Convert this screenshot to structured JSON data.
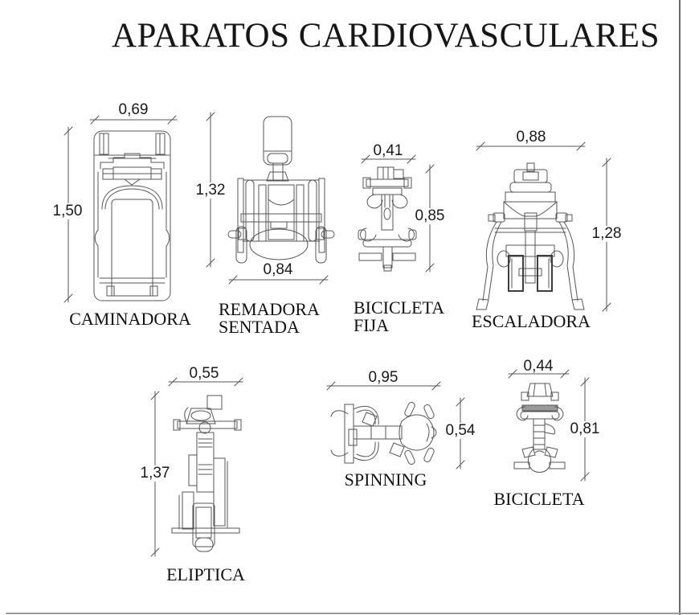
{
  "title": "APARATOS CARDIOVASCULARES",
  "units": "m",
  "colors": {
    "line": "#565656",
    "text": "#161616",
    "background": "#ffffff"
  },
  "equipment": {
    "caminadora": {
      "label": "CAMINADORA",
      "width_m": "0,69",
      "height_m": "1,50"
    },
    "remadora_sentada": {
      "label_line1": "REMADORA",
      "label_line2": "SENTADA",
      "width_m": "0,84",
      "height_m": "1,32"
    },
    "bicicleta_fija": {
      "label_line1": "BICICLETA",
      "label_line2": "FIJA",
      "width_m": "0,41",
      "height_m": "0,85"
    },
    "escaladora": {
      "label": "ESCALADORA",
      "width_m": "0,88",
      "height_m": "1,28"
    },
    "eliptica": {
      "label": "ELIPTICA",
      "width_m": "0,55",
      "height_m": "1,37"
    },
    "spinning": {
      "label": "SPINNING",
      "width_m": "0,95",
      "height_m": "0,54"
    },
    "bicicleta": {
      "label": "BICICLETA",
      "width_m": "0,44",
      "height_m": "0,81"
    }
  }
}
